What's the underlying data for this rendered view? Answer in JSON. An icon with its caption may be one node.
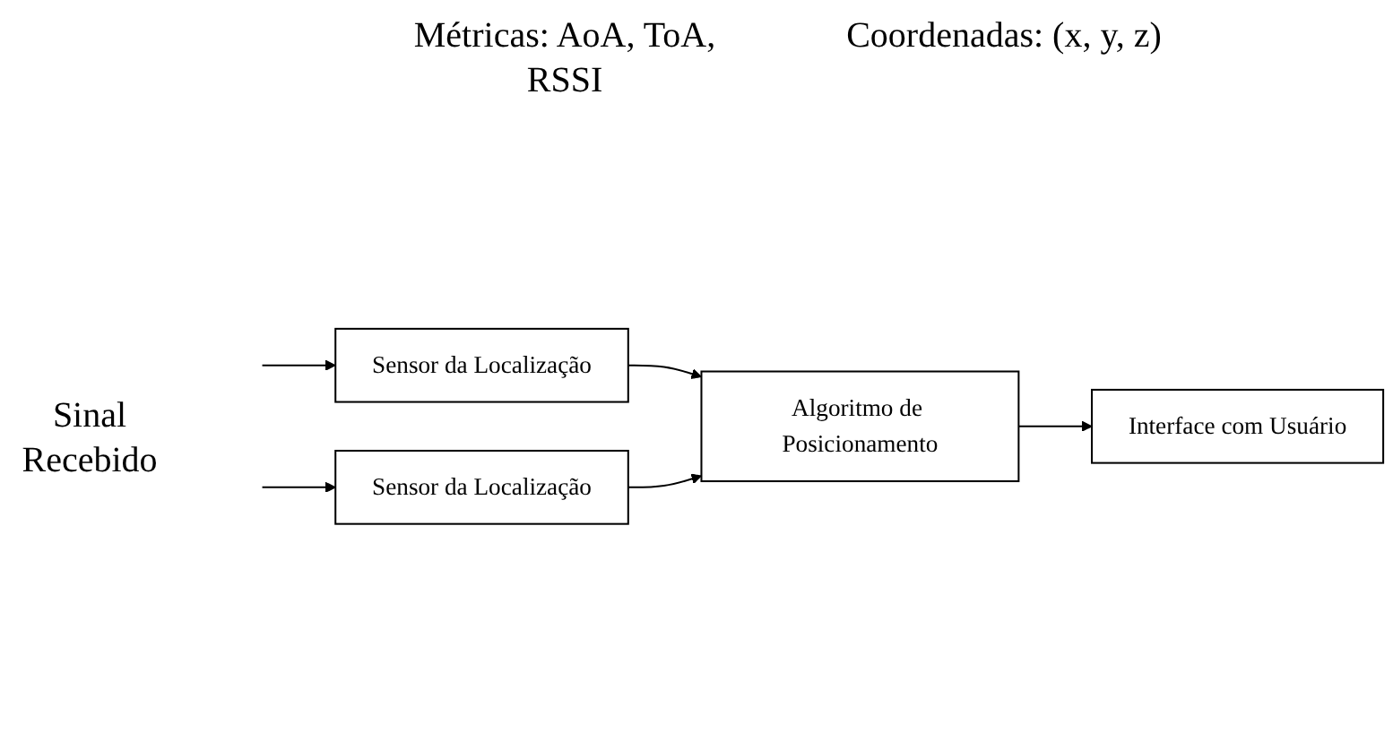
{
  "diagram": {
    "nodes": [
      {
        "text": [
          "Sensor da Localização"
        ]
      },
      {
        "text": [
          "Sensor da Localização"
        ]
      },
      {
        "text": [
          "Algoritmo de Posicionamento"
        ]
      },
      {
        "text": [
          "Interface com Usuário"
        ]
      }
    ],
    "edges": [
      {
        "from": null,
        "to": 0,
        "arrow": "to"
      },
      {
        "from": null,
        "to": 1,
        "arrow": "to"
      },
      {
        "from": 0,
        "to": 2,
        "arrow": "to"
      },
      {
        "from": 1,
        "to": 2,
        "arrow": "to"
      },
      {
        "from": 2,
        "to": 3,
        "arrow": "to"
      }
    ],
    "labels": [
      "Métricas: AoA, ToA, RSSI",
      "Coordenadas: (x, y, z)",
      "Sinal Recebido"
    ]
  }
}
